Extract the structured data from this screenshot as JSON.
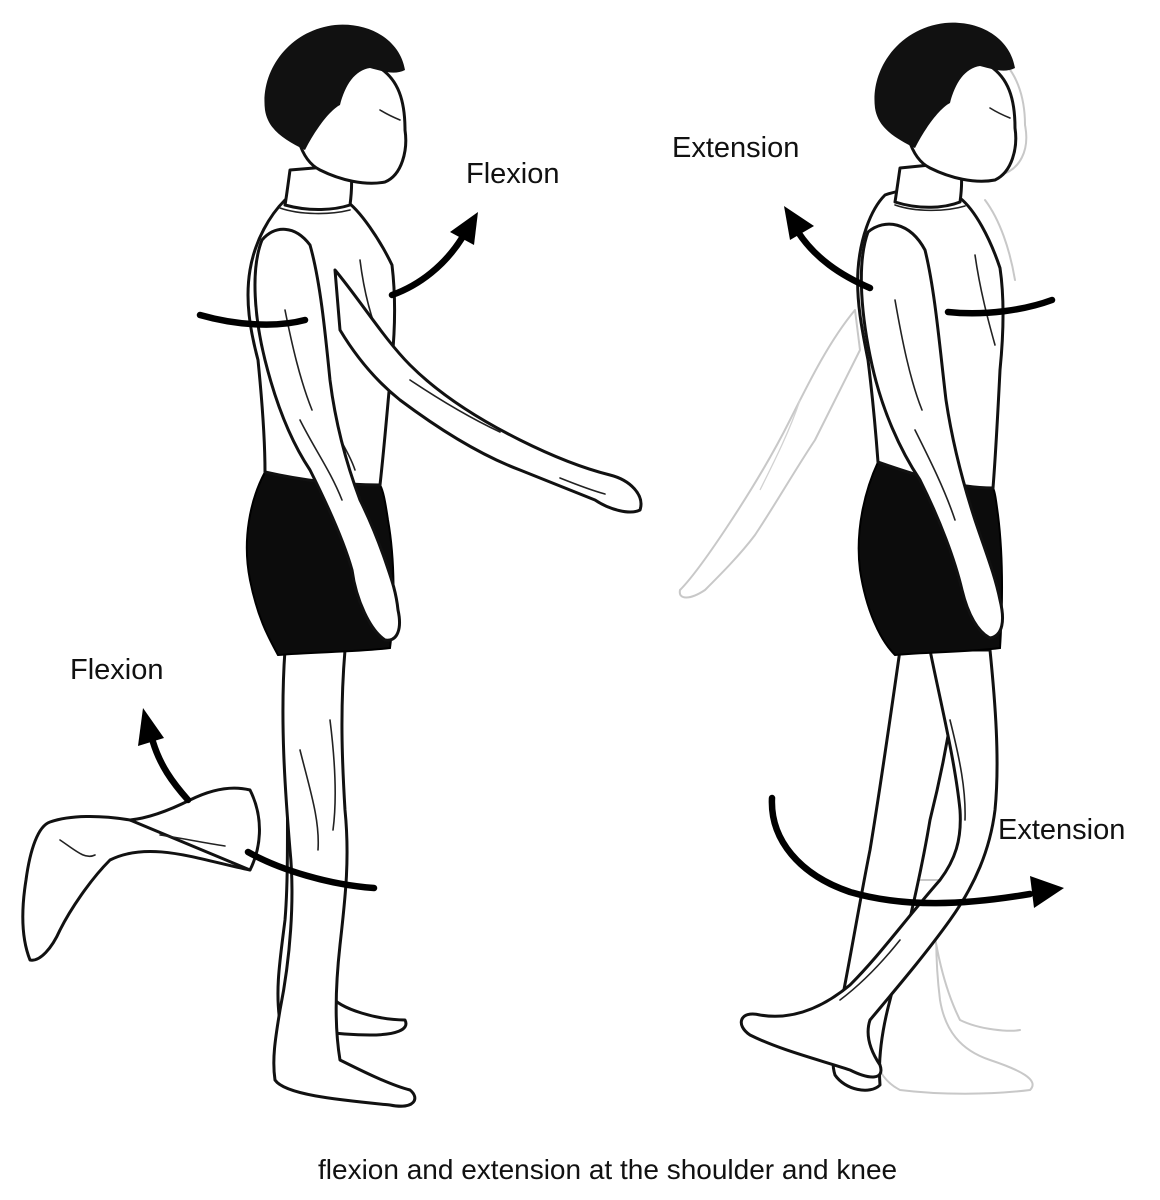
{
  "figure": {
    "caption": "flexion and extension at the shoulder and knee",
    "labels": {
      "shoulder_flexion": "Flexion",
      "shoulder_extension": "Extension",
      "knee_flexion": "Flexion",
      "knee_extension": "Extension"
    }
  },
  "colors": {
    "line": "#111111",
    "shorts": "#0c0c0c",
    "ghost": "#c8c8c8",
    "arrow": "#000000",
    "background": "#ffffff"
  }
}
